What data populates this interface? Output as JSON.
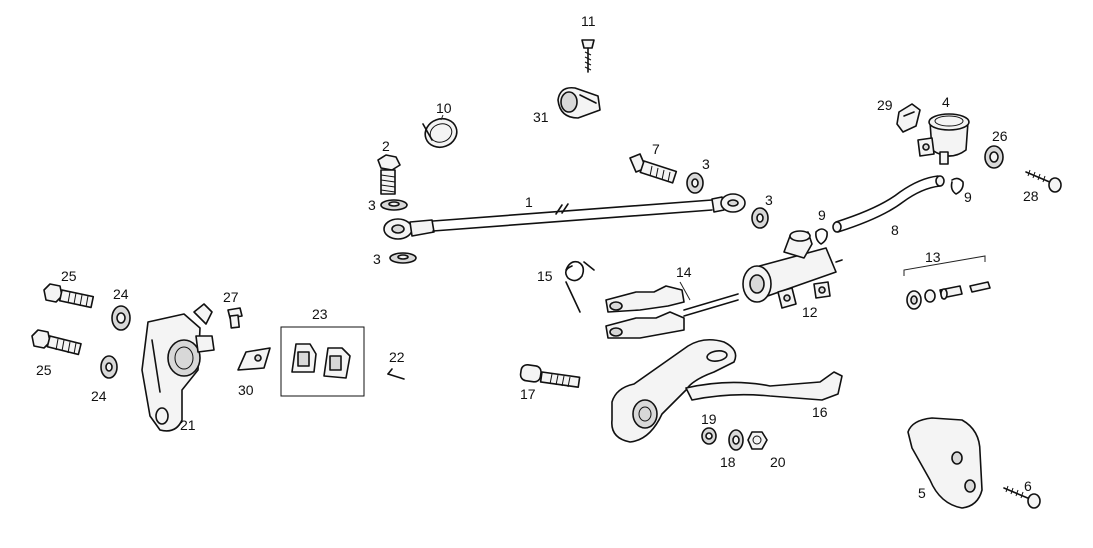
{
  "callouts": {
    "c1": "1",
    "c2": "2",
    "c3a": "3",
    "c3b": "3",
    "c3c": "3",
    "c3d": "3",
    "c4": "4",
    "c5": "5",
    "c6": "6",
    "c7": "7",
    "c8": "8",
    "c9a": "9",
    "c9b": "9",
    "c10": "10",
    "c11": "11",
    "c12": "12",
    "c13": "13",
    "c14": "14",
    "c15": "15",
    "c16": "16",
    "c17": "17",
    "c18": "18",
    "c19": "19",
    "c20": "20",
    "c21": "21",
    "c22": "22",
    "c23": "23",
    "c24a": "24",
    "c24b": "24",
    "c25a": "25",
    "c25b": "25",
    "c26": "26",
    "c27": "27",
    "c28": "28",
    "c29": "29",
    "c30": "30",
    "c31": "31"
  },
  "colors": {
    "ink": "#111111",
    "paper": "#ffffff",
    "shade": "#d8d8d8"
  }
}
